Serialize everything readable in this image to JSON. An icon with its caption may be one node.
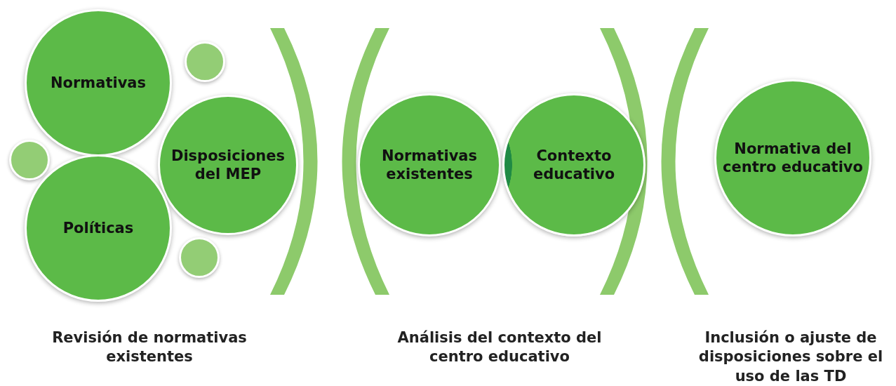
{
  "diagram": {
    "nodes": [
      {
        "text": [
          "Normativas"
        ]
      },
      {
        "text": [],
        "shape": "circle"
      },
      {
        "text": [
          "Disposiciones del MEP"
        ]
      },
      {
        "text": [],
        "shape": "circle"
      },
      {
        "text": [
          "Políticas"
        ]
      },
      {
        "text": [],
        "shape": "circle"
      },
      {
        "text": [
          "Normativas existentes"
        ]
      },
      {
        "text": [
          "Contexto educativo"
        ]
      },
      {
        "text": [
          "Normativa del centro educativo"
        ]
      },
      {
        "text": [],
        "shape": "bracket"
      },
      {
        "text": [],
        "shape": "bracket"
      },
      {
        "text": [],
        "shape": "bracket"
      },
      {
        "text": [],
        "shape": "bracket"
      }
    ],
    "edges": [],
    "labels": [
      "Revisión de normativas existentes",
      "Análisis del contexto del centro educativo",
      "Inclusión o ajuste de disposiciones sobre el uso de las TD"
    ]
  }
}
